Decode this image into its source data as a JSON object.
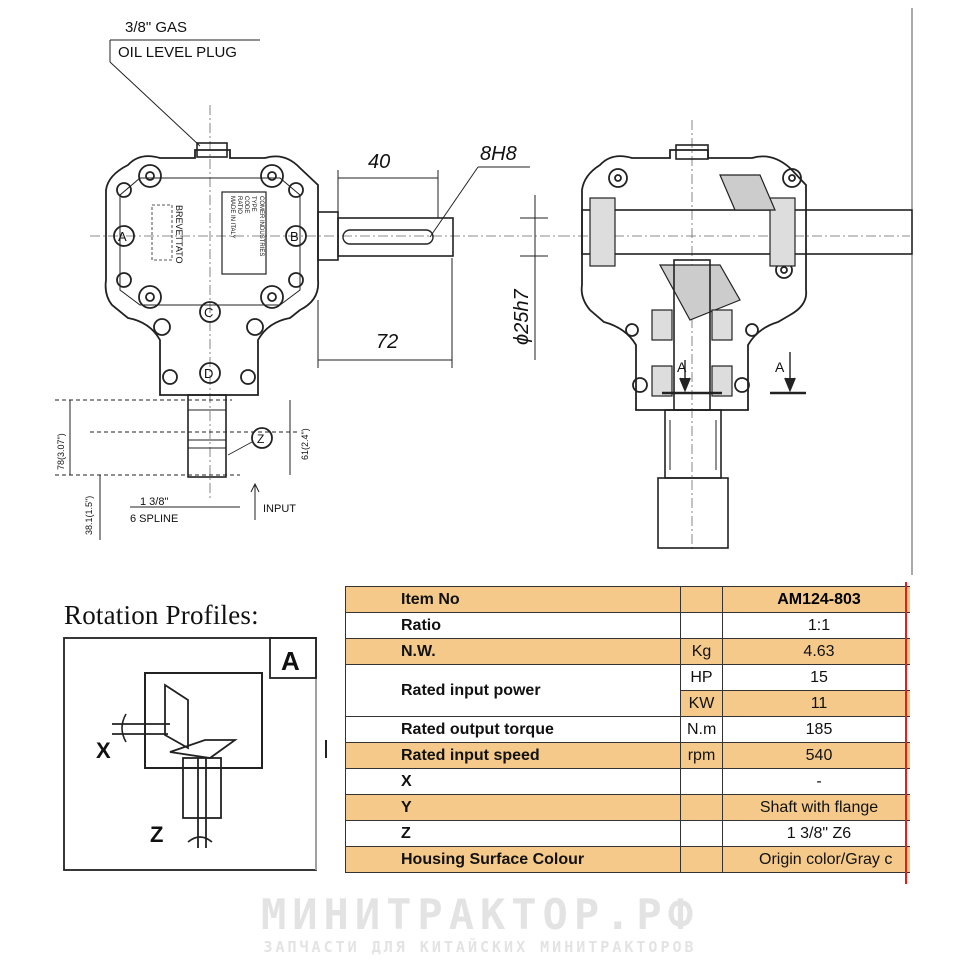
{
  "drawing": {
    "oil_plug_line1": "3/8\" GAS",
    "oil_plug_line2": "OIL LEVEL PLUG",
    "dim_40": "40",
    "dim_8h8": "8H8",
    "dim_72": "72",
    "dim_dia": "ϕ25h7",
    "label_a": "A",
    "label_b": "B",
    "label_c": "C",
    "label_d": "D",
    "label_z": "Z",
    "brand_plate": "BREVETTATO",
    "nameplate_lines": [
      "COMER INDUSTRIES",
      "TYPE",
      "CODE",
      "RATIO",
      "MADE IN ITALY"
    ],
    "dim_78": "78(3.07\")",
    "dim_61": "61(2.4\")",
    "dim_38": "38.1(1.5\")",
    "spline_1": "1 3/8\"",
    "spline_2": "6 SPLINE",
    "input": "INPUT",
    "section_a1": "A",
    "section_a2": "A"
  },
  "rotation": {
    "title": "Rotation Profiles:",
    "profile_label": "A",
    "x_label": "X",
    "z_label": "Z"
  },
  "spec": {
    "rows": [
      {
        "label": "Item No",
        "unit": "",
        "value": "AM124-803"
      },
      {
        "label": "Ratio",
        "unit": "",
        "value": "1:1"
      },
      {
        "label": "N.W.",
        "unit": "Kg",
        "value": "4.63"
      },
      {
        "label": "Rated input power",
        "unit": "HP",
        "value": "15"
      },
      {
        "label": "",
        "unit": "KW",
        "value": "11"
      },
      {
        "label": "Rated output torque",
        "unit": "N.m",
        "value": "185"
      },
      {
        "label": "Rated input speed",
        "unit": "rpm",
        "value": "540"
      },
      {
        "label": "X",
        "unit": "",
        "value": "-"
      },
      {
        "label": "Y",
        "unit": "",
        "value": "Shaft with flange"
      },
      {
        "label": "Z",
        "unit": "",
        "value": "1 3/8\" Z6"
      },
      {
        "label": "Housing Surface Colour",
        "unit": "",
        "value": "Origin color/Gray c"
      }
    ]
  },
  "brand": {
    "name": "МИНИТРАКТОР.РФ",
    "tagline": "ЗАПЧАСТИ ДЛЯ КИТАЙСКИХ МИНИТРАКТОРОВ"
  },
  "colors": {
    "highlight_row": "#f4c98a",
    "accent_red": "#e0201b"
  }
}
